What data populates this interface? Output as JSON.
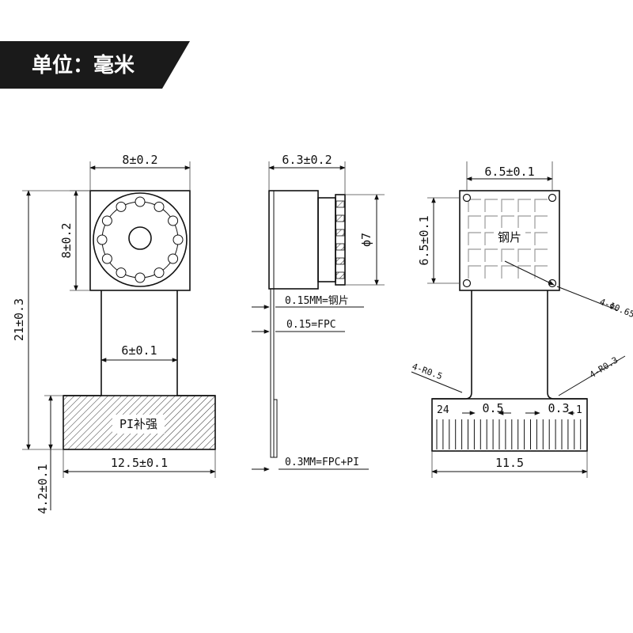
{
  "banner": {
    "unit_label": "单位：毫米"
  },
  "front_view": {
    "module_width": "8±0.2",
    "module_height": "8±0.2",
    "total_height": "21±0.3",
    "flex_width": "6±0.1",
    "stiffener_label": "PI补强",
    "stiffener_width": "12.5±0.1",
    "stiffener_height": "4.2±0.1"
  },
  "side_view": {
    "depth": "6.3±0.2",
    "lens_diameter": "ϕ7",
    "steel_note": "0.15MM=钢片",
    "fpc_note": "0.15=FPC",
    "fpc_pi_note": "0.3MM=FPC+PI"
  },
  "back_view": {
    "plate_width": "6.5±0.1",
    "plate_height": "6.5±0.1",
    "steel_label": "钢片",
    "hole_note": "4-Φ0.65",
    "radius_left": "4-R0.5",
    "radius_right": "4-R0.3",
    "pin_first": "24",
    "pin_last": "1",
    "pitch": "0.5",
    "pad_width": "0.3",
    "connector_width": "11.5"
  },
  "colors": {
    "banner_bg": "#1a1a1a",
    "line": "#111111",
    "background": "#ffffff"
  }
}
